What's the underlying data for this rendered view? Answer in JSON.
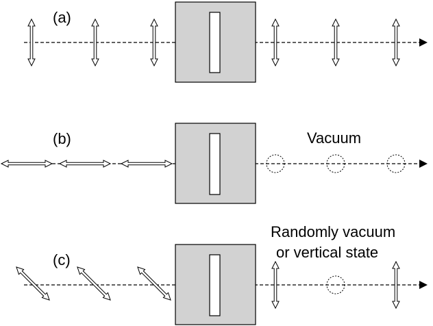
{
  "labels": {
    "a": "(a)",
    "b": "(b)",
    "c": "(c)",
    "vacuum": "Vacuum",
    "random_line1": "Randomly vacuum",
    "random_line2": "or vertical state"
  }
}
